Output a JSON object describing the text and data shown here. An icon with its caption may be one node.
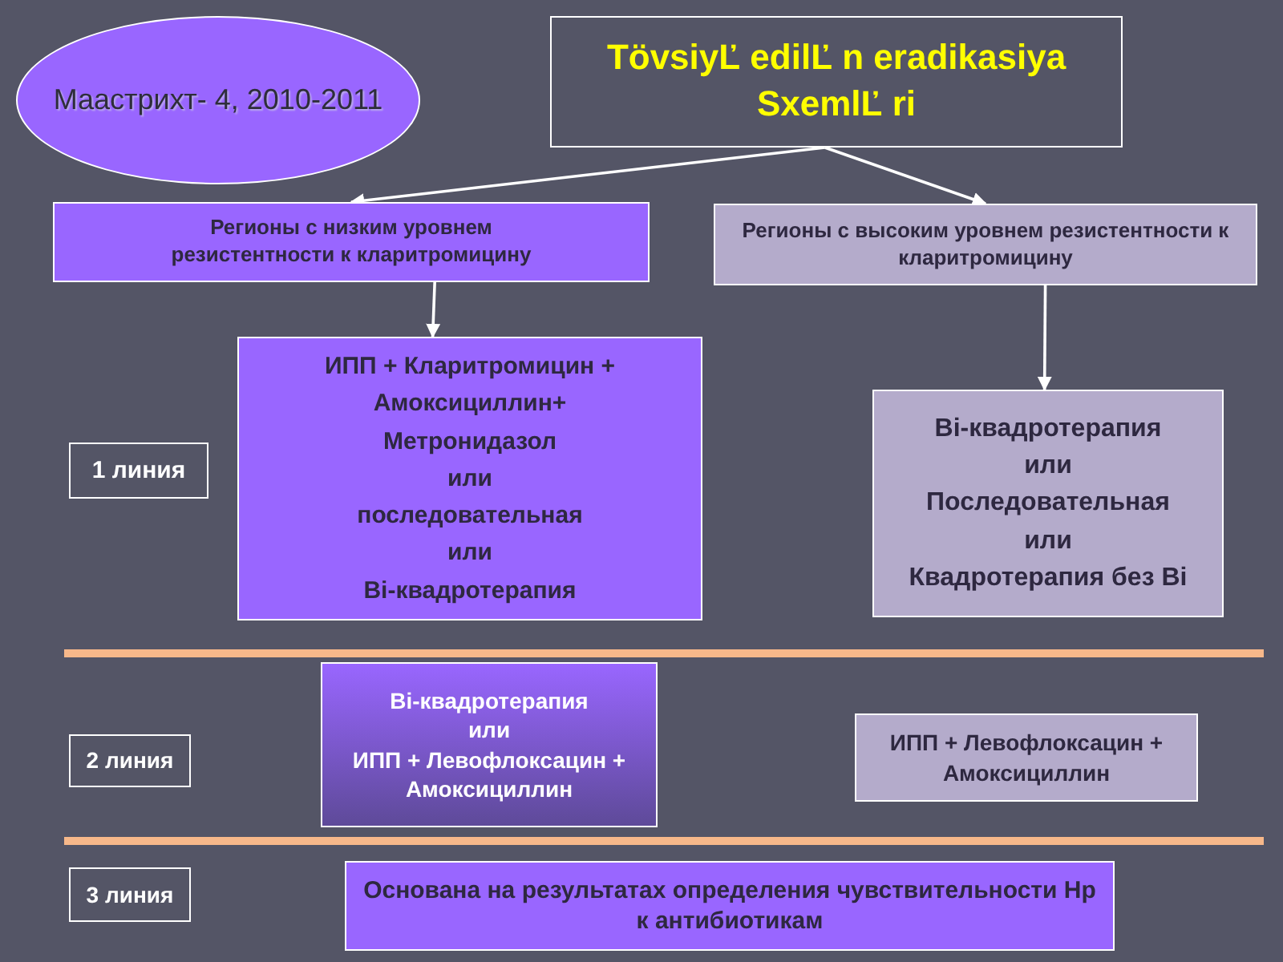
{
  "diagram": {
    "nodes": [
      {
        "text": [
          "Маастрихт- 4, 2010-2011"
        ]
      },
      {
        "text": [
          "TövsiyĽ edilĽ n eradikasiya SxemlĽ ri"
        ]
      },
      {
        "text": [
          "Регионы с низким уровнем резистентности к кларитромицину"
        ]
      },
      {
        "text": [
          "Регионы с высоким уровнем резистентности к кларитромицину"
        ]
      },
      {
        "text": [
          "1 линия"
        ]
      },
      {
        "text": [
          "ИПП + Кларитромицин + Амоксициллин+ Метронидазол",
          "или",
          "последовательная",
          "или",
          "Bi-квадротерапия"
        ]
      },
      {
        "text": [
          "Bi-квадротерапия",
          "или",
          "Последовательная",
          "или",
          "Квадротерапия без Bi"
        ]
      },
      {
        "text": [
          "2 линия"
        ]
      },
      {
        "text": [
          "Bi-квадротерапия",
          "или",
          "ИПП + Левофлоксацин + Амоксициллин"
        ]
      },
      {
        "text": [
          "ИПП + Левофлоксацин + Амоксициллин"
        ]
      },
      {
        "text": [
          "3 линия"
        ]
      },
      {
        "text": [
          "Основана на результатах определения чувствительности Нр к антибиотикам"
        ]
      }
    ],
    "edges": [
      {
        "from": 1,
        "to": 2,
        "arrow": "to"
      },
      {
        "from": 1,
        "to": 3,
        "arrow": "to"
      },
      {
        "from": 2,
        "to": 5,
        "arrow": "to"
      },
      {
        "from": 3,
        "to": 6,
        "arrow": "to"
      }
    ]
  }
}
